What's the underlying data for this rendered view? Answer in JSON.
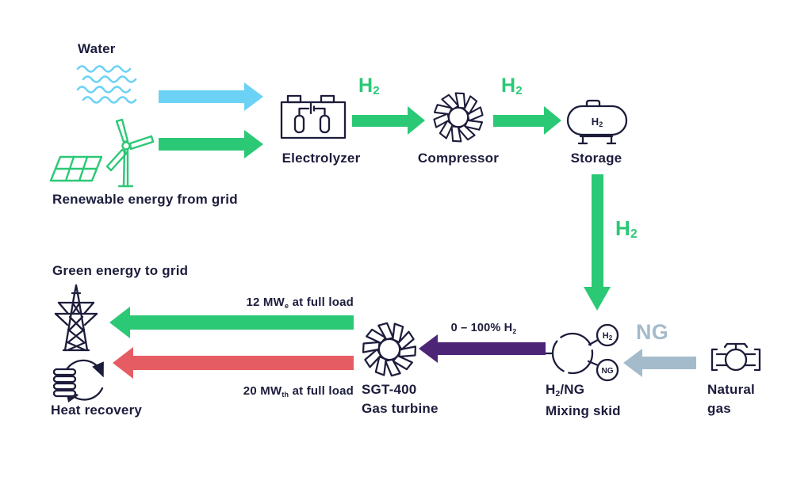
{
  "palette": {
    "green": "#2BC876",
    "lightblue": "#6BD2F5",
    "purple": "#4C2577",
    "red": "#E65C63",
    "grayblue": "#A4BBCB",
    "ink": "#1C1C3C"
  },
  "nodes": {
    "water": {
      "label": "Water"
    },
    "renewable": {
      "label": "Renewable energy from grid"
    },
    "electrolyzer": {
      "label": "Electrolyzer"
    },
    "compressor": {
      "label": "Compressor"
    },
    "storage": {
      "label": "Storage",
      "tank_h": "H",
      "tank_sub": "2"
    },
    "mixing": {
      "h": "H",
      "sub": "2",
      "rest": "/NG",
      "line2": "Mixing skid",
      "small_h2_h": "H",
      "small_h2_sub": "2",
      "small_ng": "NG"
    },
    "natural_gas": {
      "line1": "Natural",
      "line2": "gas"
    },
    "turbine": {
      "line1": "SGT-400",
      "line2": "Gas turbine"
    },
    "grid": {
      "label": "Green energy to grid"
    },
    "heat": {
      "label": "Heat recovery"
    }
  },
  "flows": {
    "h2": {
      "h": "H",
      "sub": "2"
    },
    "ng": {
      "label": "NG"
    },
    "blend": {
      "prefix": "0 – 100% H",
      "sub": "2"
    },
    "electric": {
      "prefix": "12 MW",
      "sub": "e",
      "suffix": " at full load"
    },
    "thermal": {
      "prefix": "20 MW",
      "sub": "th",
      "suffix": " at full load"
    }
  }
}
